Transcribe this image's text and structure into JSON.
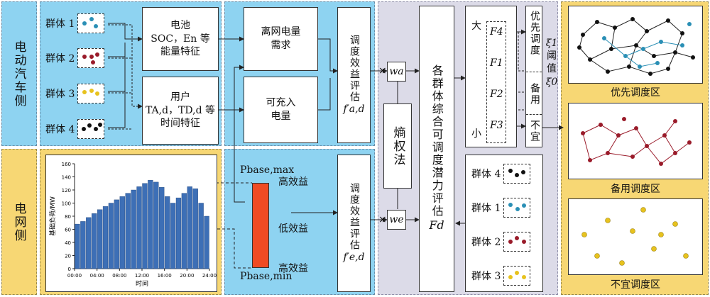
{
  "ev_side": "电动汽车侧",
  "grid_side": "电网侧",
  "groups": [
    "群体 1",
    "群体 2",
    "群体 3",
    "群体 4"
  ],
  "group_colors": {
    "g1": "#2a8fb5",
    "g2": "#9a1b2a",
    "g3": "#e7c21e",
    "g4": "#111111"
  },
  "battery_feature": [
    "电池",
    "SOC，En 等",
    "能量特征"
  ],
  "user_feature": [
    "用户",
    "TA,d，TD,d 等",
    "时间特征"
  ],
  "offgrid_demand": [
    "离网电量",
    "需求"
  ],
  "chargeable": [
    "可充入",
    "电量"
  ],
  "dispatch_eval_a": "调度效益评估",
  "f_a": "f′a,d",
  "dispatch_eval_e": "调度效益评估",
  "f_e": "f′e,d",
  "p_max": "Pbase,max",
  "p_min": "Pbase,min",
  "high_eff_top": "高效益",
  "low_eff": "低效益",
  "high_eff_bottom": "高效益",
  "w_a": "wa",
  "w_e": "we",
  "entropy": "熵权法",
  "potential": "各群体综合可调度潜力评估",
  "F_d": "Fd",
  "big": "大",
  "small": "小",
  "F_list": [
    "F4",
    "F1",
    "F2",
    "F3"
  ],
  "priority_label": "优先调度",
  "backup_label": "备用",
  "unsuitable_label": "不宜",
  "threshold": [
    "ξ1",
    "阈",
    "值",
    "ξ0"
  ],
  "ranked_groups": [
    "群体 4",
    "群体 1",
    "群体 2",
    "群体 3"
  ],
  "zone_priority": "优先调度区",
  "zone_backup": "备用调度区",
  "zone_unsuitable": "不宜调度区",
  "chart_data": {
    "type": "bar",
    "categories": [
      "00:00",
      "01:00",
      "02:00",
      "03:00",
      "04:00",
      "05:00",
      "06:00",
      "07:00",
      "08:00",
      "09:00",
      "10:00",
      "11:00",
      "12:00",
      "13:00",
      "14:00",
      "15:00",
      "16:00",
      "17:00",
      "18:00",
      "19:00",
      "20:00",
      "21:00",
      "22:00",
      "23:00"
    ],
    "values": [
      68,
      72,
      78,
      84,
      90,
      95,
      100,
      105,
      110,
      115,
      120,
      125,
      130,
      135,
      132,
      124,
      110,
      100,
      108,
      115,
      125,
      122,
      100,
      80
    ],
    "ylabel": "基础负荷/MW",
    "xlabel": "时间",
    "ylim": [
      0,
      160
    ],
    "yticks": [
      0,
      20,
      40,
      60,
      80,
      100,
      120,
      140,
      160
    ],
    "xticks": [
      "00:00",
      "04:00",
      "08:00",
      "12:00",
      "16:00",
      "20:00",
      "24:00"
    ]
  }
}
